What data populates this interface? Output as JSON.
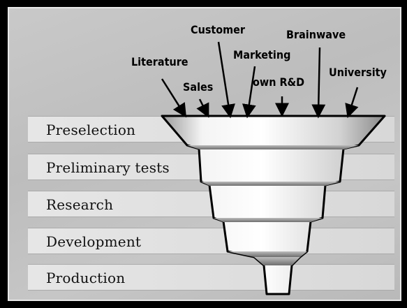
{
  "sources": [
    "Literature",
    "Sales",
    "Customer",
    "Marketing",
    "own R&D",
    "Brainwave",
    "University"
  ],
  "stages": [
    "Preselection",
    "Preliminary tests",
    "Research",
    "Development",
    "Production"
  ]
}
